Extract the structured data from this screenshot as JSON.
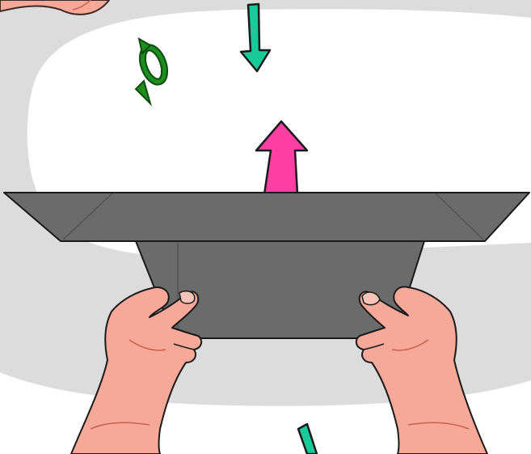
{
  "scene": {
    "subject": "origami-fold-instruction",
    "icons": [
      "hand-top-edge",
      "turn-over-arrow-icon",
      "fold-down-arrow-icon",
      "open-up-arrow-icon",
      "paper-flap",
      "left-hand",
      "right-hand",
      "fold-down-arrow-bottom-icon"
    ]
  },
  "colors": {
    "background": "#ffffff",
    "swoosh": "#dcdcdc",
    "paper": "#6b6b6b",
    "paper_crease": "#4e4e4e",
    "skin": "#f7a999",
    "skin_line": "#c8604f",
    "turn_arrow": "#1e8c1e",
    "down_arrow": "#19c99a",
    "up_arrow": "#ff3fa4"
  }
}
